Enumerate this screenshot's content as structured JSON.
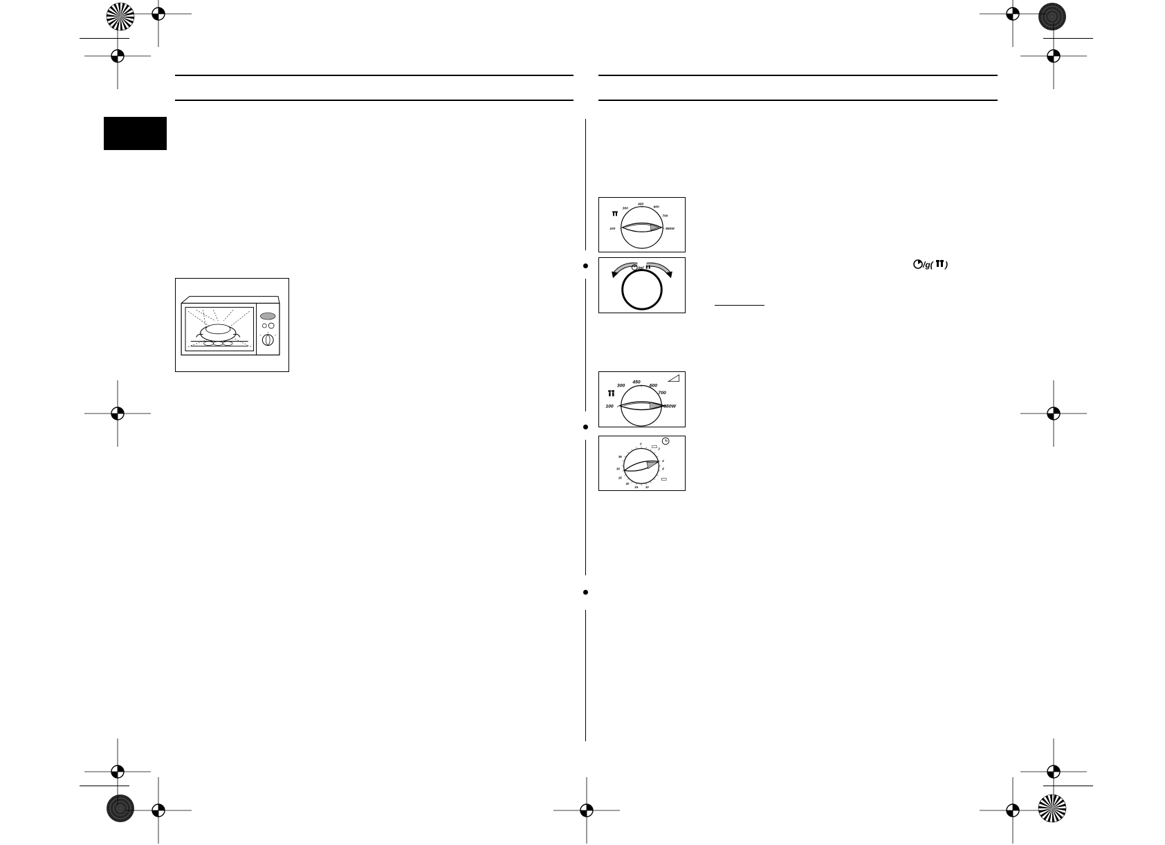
{
  "page": {
    "language_tab": ""
  },
  "dial_power_small": {
    "labels": [
      "100",
      "300",
      "450",
      "600",
      "700",
      "850W"
    ],
    "defrost_icon": "defrost-icon"
  },
  "dial_turn": {
    "label": "/g(",
    "clock_icon": "clock-icon",
    "defrost_icon": "defrost-icon"
  },
  "text_symbol": {
    "label": "/g(",
    "clock_icon": "clock-icon",
    "defrost_icon": "defrost-icon"
  },
  "dial_power_large": {
    "labels": [
      "100",
      "300",
      "450",
      "600",
      "700",
      "850W"
    ],
    "defrost_icon": "defrost-icon",
    "power_icon": "power-ramp-icon"
  },
  "dial_timer": {
    "labels": [
      "0",
      "2",
      "4",
      "8",
      "10",
      "15",
      "20",
      "25",
      "30",
      "35"
    ],
    "clock_icon": "clock-icon"
  },
  "registration_marks": "registration-mark-icon"
}
